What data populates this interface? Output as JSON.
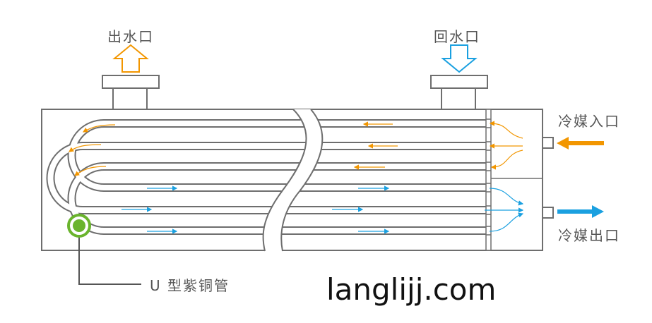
{
  "labels": {
    "water_out": "出水口",
    "water_return": "回水口",
    "refrigerant_in": "冷媒入口",
    "refrigerant_out": "冷媒出口",
    "u_tube": "U 型紫铜管"
  },
  "watermark": "langlijj.com",
  "colors": {
    "shell": "#6e6e6e",
    "hot": "#f29600",
    "cold": "#1aa0e0",
    "tube_marker": "#6ab42d"
  }
}
